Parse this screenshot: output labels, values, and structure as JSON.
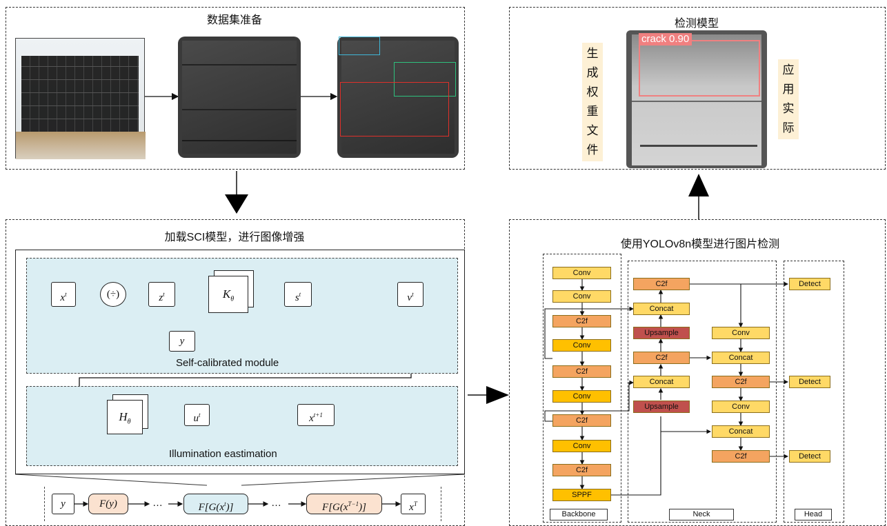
{
  "panels": {
    "dataset_title": "数据集准备",
    "sci_title": "加载SCI模型，进行图像增强",
    "yolo_title": "使用YOLOv8n模型进行图片检测",
    "detect_title": "检测模型"
  },
  "sci": {
    "xt": "x",
    "xt_sup": "t",
    "div": "(÷)",
    "zt": "z",
    "zt_sup": "t",
    "ktheta": "K",
    "ktheta_sub": "θ",
    "st": "s",
    "st_sup": "t",
    "vt": "v",
    "vt_sup": "t",
    "y": "y",
    "self_cal": "Self-calibrated module",
    "htheta": "H",
    "htheta_sub": "θ",
    "ut": "u",
    "ut_sup": "t",
    "xt1": "x",
    "xt1_sup": "t+1",
    "illum": "Illumination eastimation"
  },
  "chain": {
    "y": "y",
    "fy": "F(y)",
    "dots1": "…",
    "fg_a": "F[G(x",
    "fg_a_sup": "t",
    "fg_a_end": ")]",
    "dots2": "…",
    "fg_b": "F[G(x",
    "fg_b_sup": "T−1",
    "fg_b_end": ")]",
    "xT": "x",
    "xT_sup": "T"
  },
  "yolo": {
    "backbone": [
      "Conv",
      "Conv",
      "C2f",
      "Conv",
      "C2f",
      "Conv",
      "C2f",
      "Conv",
      "C2f",
      "SPPF"
    ],
    "neck_left": [
      "C2f",
      "Concat",
      "Upsample",
      "C2f",
      "Concat",
      "Upsample"
    ],
    "neck_right": [
      "Conv",
      "Concat",
      "C2f",
      "Conv",
      "Concat",
      "C2f"
    ],
    "detect": [
      "Detect",
      "Detect",
      "Detect"
    ],
    "tags": {
      "backbone": "Backbone",
      "neck": "Neck",
      "head": "Head"
    }
  },
  "detection": {
    "label": "crack 0.90",
    "left_text": [
      "生",
      "成",
      "权",
      "重",
      "文",
      "件"
    ],
    "right_text": [
      "应",
      "用",
      "实",
      "际"
    ]
  }
}
